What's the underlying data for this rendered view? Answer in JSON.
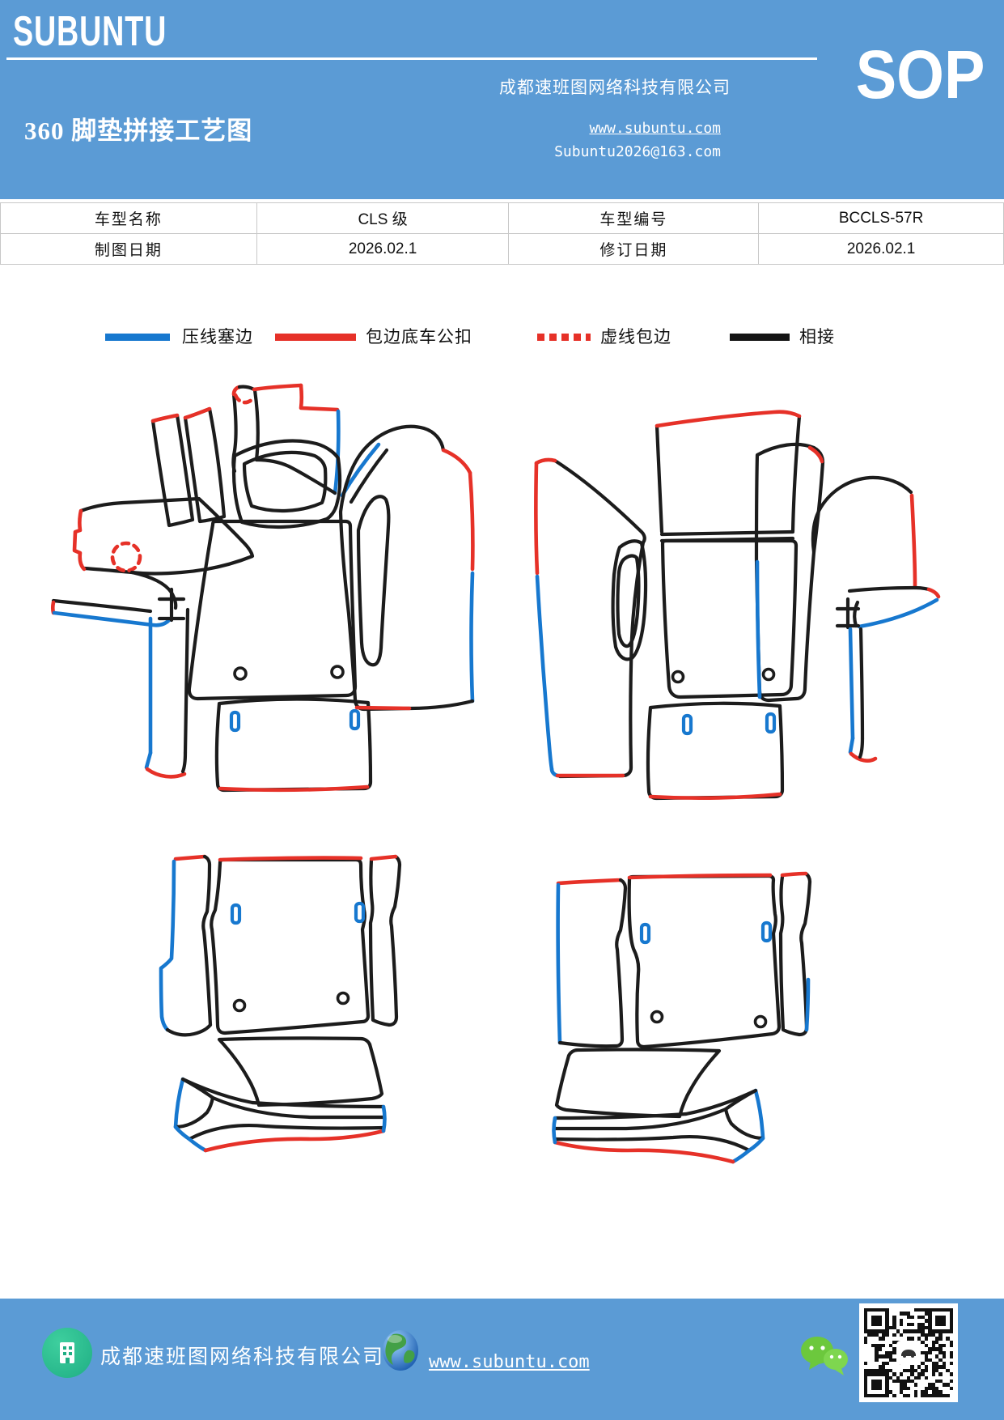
{
  "colors": {
    "header_bg": "#5b9bd5",
    "line_blue": "#1778cf",
    "line_red": "#e63128",
    "ink": "#1c1c1c",
    "table_border": "#c8c8c8",
    "wechat_green": "#6cc83d",
    "badge_green": "#1fae84"
  },
  "header": {
    "logo": "SUBUNTU",
    "company": "成都速班图网络科技有限公司",
    "title": "360 脚垫拼接工艺图",
    "website": "www.subuntu.com",
    "email": "Subuntu2026@163.com",
    "sop": "SOP"
  },
  "info_table": {
    "rows": [
      [
        "车型名称",
        "CLS 级",
        "车型编号",
        "BCCLS-57R"
      ],
      [
        "制图日期",
        "2026.02.1",
        "修订日期",
        "2026.02.1"
      ]
    ]
  },
  "legend": {
    "items": [
      {
        "label": "压线塞边",
        "style": "solid",
        "color": "#1778cf"
      },
      {
        "label": "包边底车公扣",
        "style": "solid",
        "color": "#e63128"
      },
      {
        "label": "虚线包边",
        "style": "dashed",
        "color": "#e63128"
      },
      {
        "label": "相接",
        "style": "solid",
        "color": "#141414"
      }
    ]
  },
  "footer": {
    "company": "成都速班图网络科技有限公司",
    "website": "www.subuntu.com"
  }
}
